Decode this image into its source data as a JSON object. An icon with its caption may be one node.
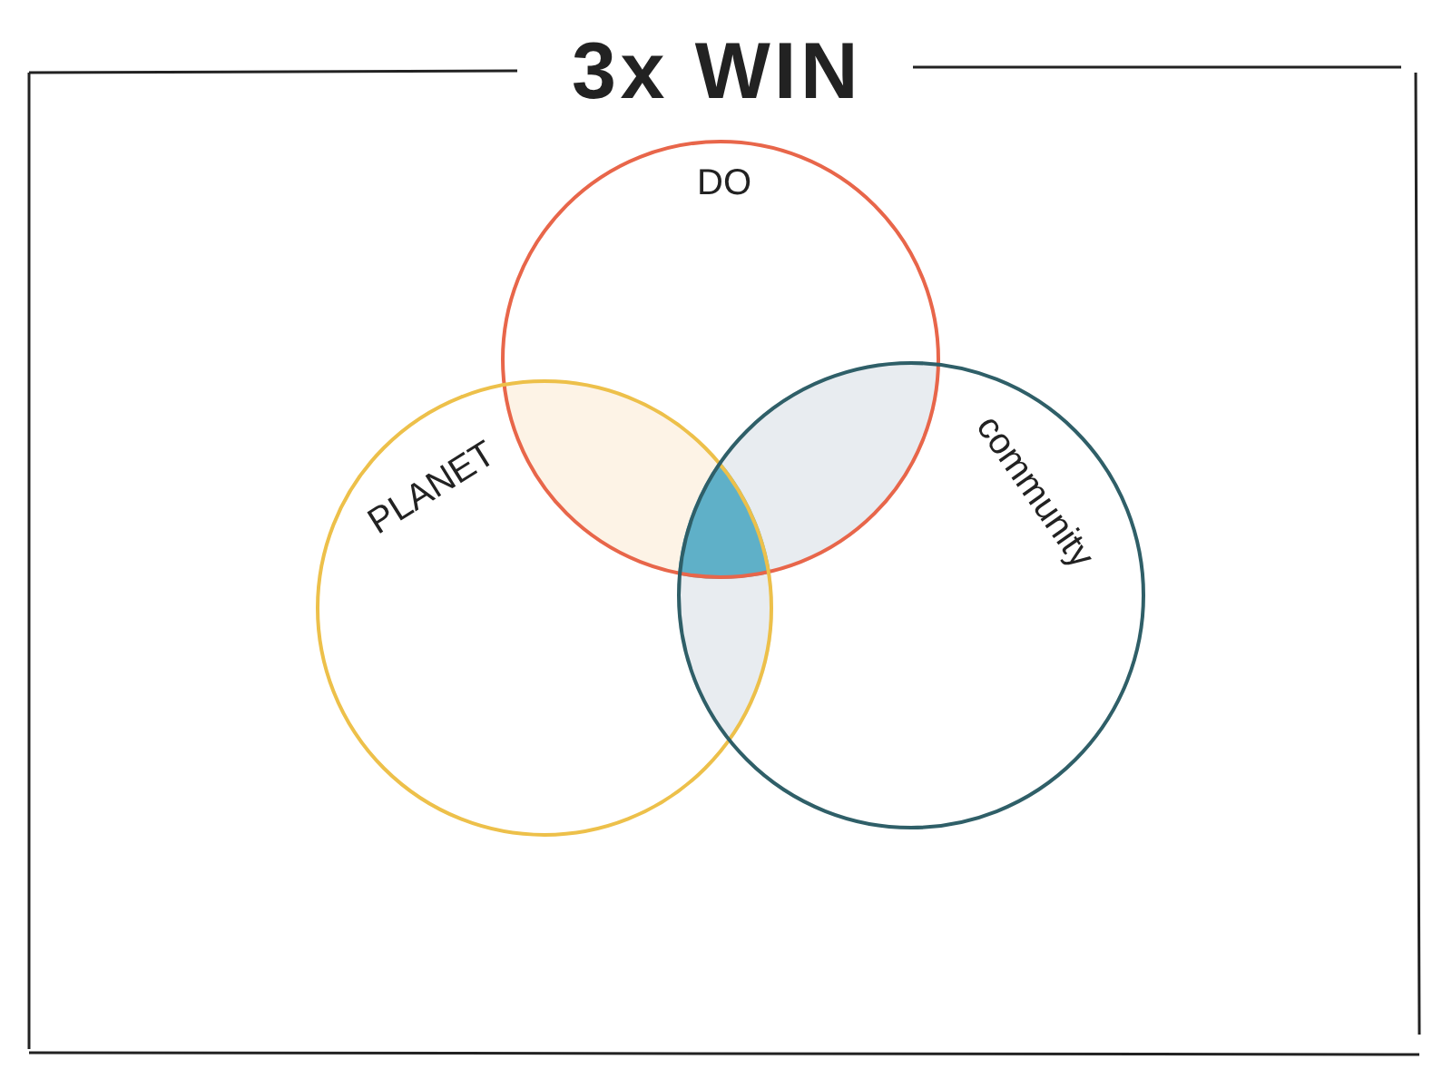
{
  "diagram": {
    "title": "3x WIN",
    "nodes": [
      {
        "text": [
          "DO"
        ]
      },
      {
        "text": [
          "PLANET"
        ]
      },
      {
        "text": [
          "community"
        ]
      }
    ]
  }
}
